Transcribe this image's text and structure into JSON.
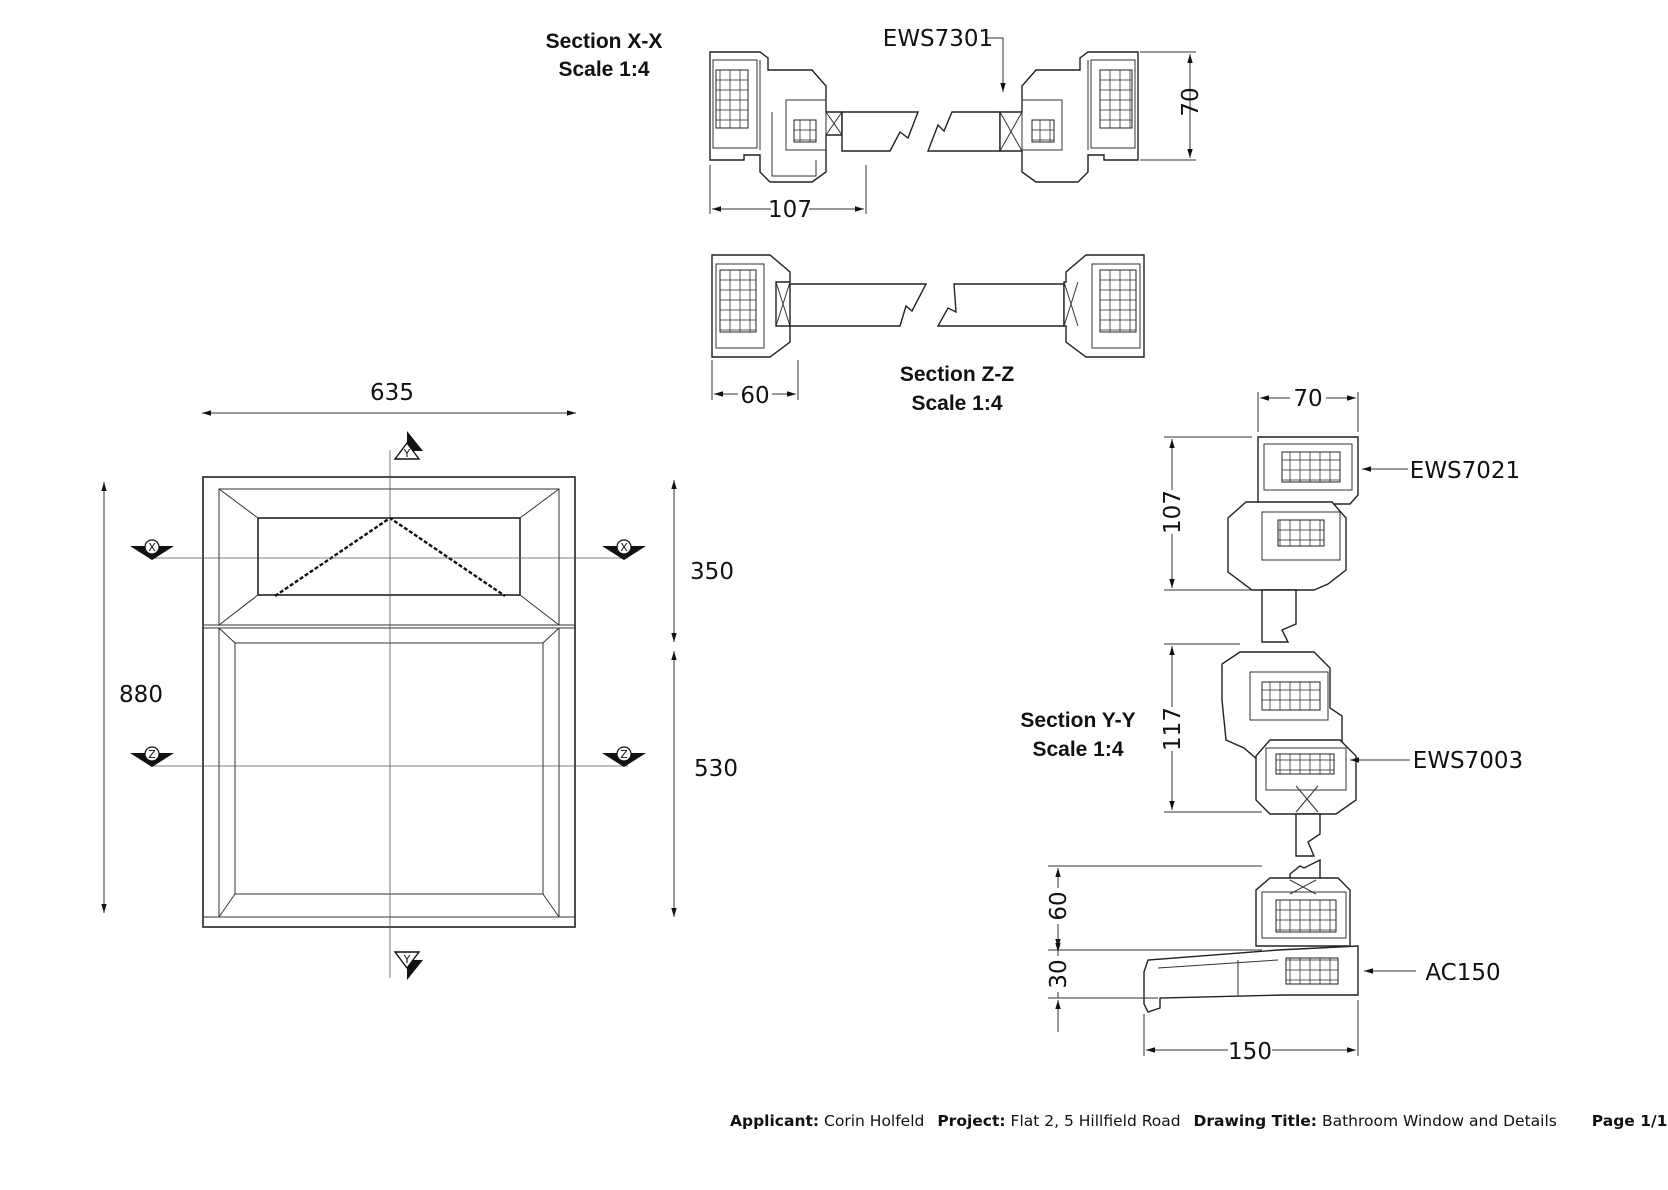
{
  "elevation": {
    "width_label": "635",
    "height_label": "880",
    "top_sash_label": "350",
    "bottom_sash_label": "530",
    "markers": {
      "x": "X",
      "y": "Y",
      "z": "Z"
    }
  },
  "section_xx": {
    "title": "Section X-X",
    "scale": "Scale 1:4",
    "dim_width": "107",
    "dim_depth": "70",
    "profile_code": "EWS7301"
  },
  "section_zz": {
    "title": "Section Z-Z",
    "scale": "Scale 1:4",
    "dim_width": "60"
  },
  "section_yy": {
    "title": "Section Y-Y",
    "scale": "Scale 1:4",
    "dim_depth": "70",
    "dim_top": "107",
    "dim_mid": "117",
    "dim_bottom": "60",
    "dim_sill_height": "30",
    "dim_sill_width": "150",
    "codes": {
      "top": "EWS7021",
      "mid": "EWS7003",
      "sill": "AC150"
    }
  },
  "title_block": {
    "applicant_label": "Applicant:",
    "applicant": "Corin Holfeld",
    "project_label": "Project:",
    "project": "Flat 2, 5 Hillfield Road",
    "drawing_title_label": "Drawing Title:",
    "drawing_title": "Bathroom Window and Details",
    "page": "Page 1/1"
  }
}
